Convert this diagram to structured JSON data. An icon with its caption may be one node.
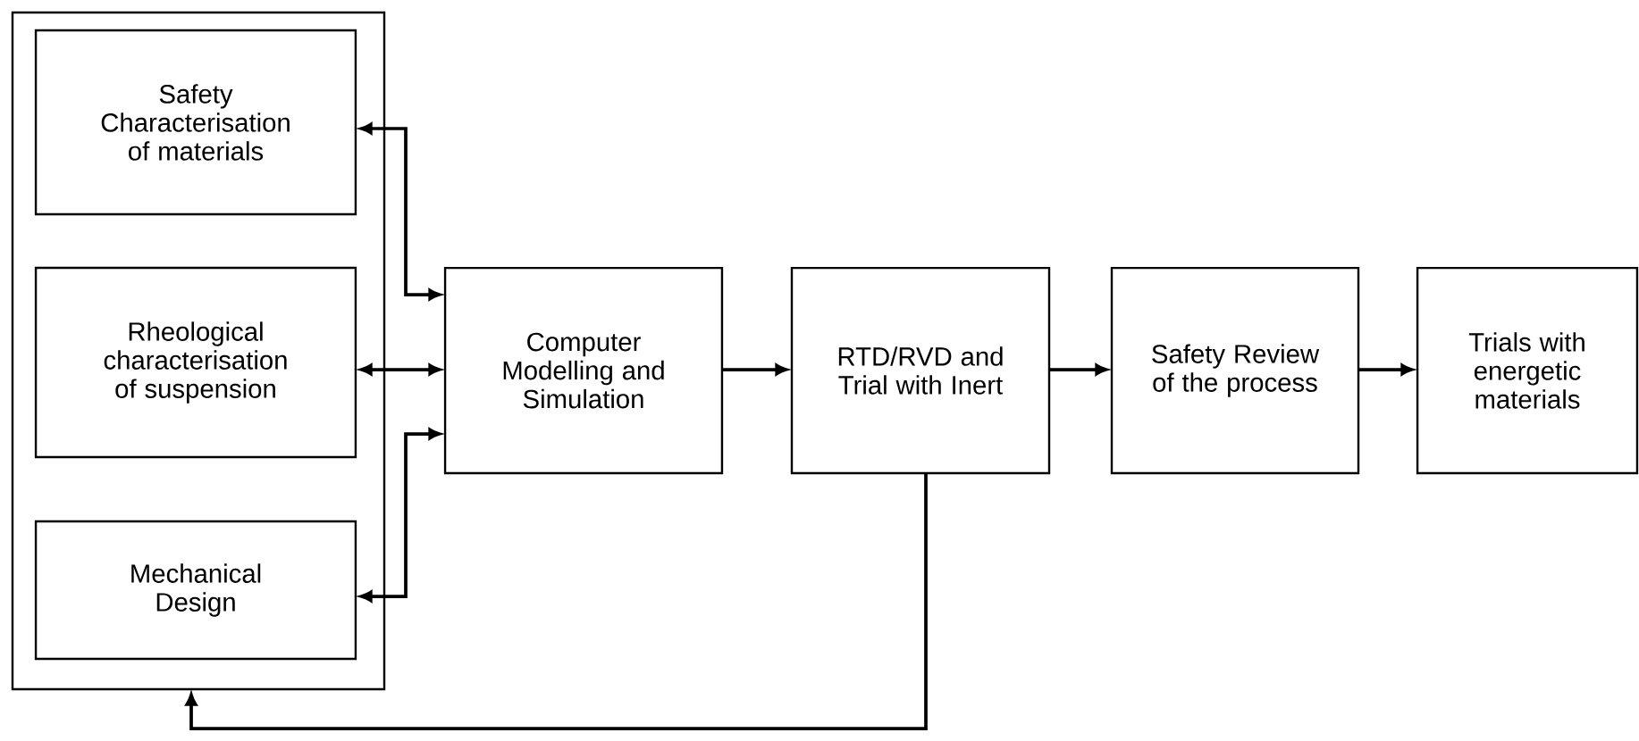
{
  "diagram": {
    "nodes": [
      {
        "text": [],
        "shape": "box"
      },
      {
        "text": [
          "Safety Characterisation of materials"
        ],
        "in": 0
      },
      {
        "text": [
          "Rheological characterisation of suspension"
        ],
        "in": 0
      },
      {
        "text": [
          "Mechanical Design"
        ],
        "in": 0
      },
      {
        "text": [
          "Computer Modelling and Simulation"
        ]
      },
      {
        "text": [
          "RTD/RVD and Trial with Inert"
        ]
      },
      {
        "text": [
          "Safety Review of the process"
        ]
      },
      {
        "text": [
          "Trials with energetic materials"
        ]
      }
    ],
    "edges": [
      {
        "from": 1,
        "to": 4,
        "arrow": "both"
      },
      {
        "from": 2,
        "to": 4,
        "arrow": "both"
      },
      {
        "from": 3,
        "to": 4,
        "arrow": "both"
      },
      {
        "from": 4,
        "to": 5,
        "arrow": "to"
      },
      {
        "from": 5,
        "to": 6,
        "arrow": "to"
      },
      {
        "from": 6,
        "to": 7,
        "arrow": "to"
      },
      {
        "from": 5,
        "to": 0,
        "arrow": "to"
      }
    ]
  }
}
